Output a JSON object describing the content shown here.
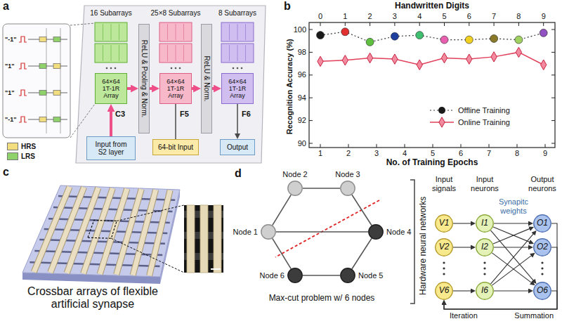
{
  "diagram": {
    "nodes": [
      {
        "text": [
          "Input from S2 layer"
        ]
      },
      {
        "text": [
          "64×64 1T-1R Array"
        ]
      },
      {
        "text": [
          "ReLU & Pooling & Norm."
        ]
      },
      {
        "text": [
          "64×64 1T-1R Array"
        ]
      },
      {
        "text": [
          "ReLU & Norm."
        ]
      },
      {
        "text": [
          "64-bit Input"
        ]
      },
      {
        "text": [
          "64×64 1T-1R Array"
        ]
      },
      {
        "text": [
          "Output"
        ]
      },
      {
        "text": [
          "Node 1"
        ]
      },
      {
        "text": [
          "Node 2"
        ]
      },
      {
        "text": [
          "Node 3"
        ]
      },
      {
        "text": [
          "Node 4"
        ]
      },
      {
        "text": [
          "Node 5"
        ]
      },
      {
        "text": [
          "Node 6"
        ]
      },
      {
        "text": [
          "V1"
        ]
      },
      {
        "text": [
          "V2"
        ]
      },
      {
        "text": [
          "V6"
        ]
      },
      {
        "text": [
          "I1"
        ]
      },
      {
        "text": [
          "I2"
        ]
      },
      {
        "text": [
          "I6"
        ]
      },
      {
        "text": [
          "O1"
        ]
      },
      {
        "text": [
          "O2"
        ]
      },
      {
        "text": [
          "O6"
        ]
      }
    ],
    "edges": [
      {
        "from": 0,
        "to": 1,
        "arrow": "to"
      },
      {
        "from": 1,
        "to": 2,
        "arrow": "to"
      },
      {
        "from": 2,
        "to": 3,
        "arrow": "to"
      },
      {
        "from": 3,
        "to": 4,
        "arrow": "to"
      },
      {
        "from": 4,
        "to": 6,
        "arrow": "to"
      },
      {
        "from": 5,
        "to": 3,
        "arrow": "none"
      },
      {
        "from": 6,
        "to": 7,
        "arrow": "to"
      },
      {
        "from": 8,
        "to": 9,
        "arrow": "none"
      },
      {
        "from": 9,
        "to": 10,
        "arrow": "none"
      },
      {
        "from": 10,
        "to": 11,
        "arrow": "none"
      },
      {
        "from": 11,
        "to": 12,
        "arrow": "none"
      },
      {
        "from": 12,
        "to": 13,
        "arrow": "none"
      },
      {
        "from": 13,
        "to": 8,
        "arrow": "none"
      },
      {
        "from": 8,
        "to": 11,
        "arrow": "none"
      },
      {
        "from": 14,
        "to": 17,
        "arrow": "to"
      },
      {
        "from": 15,
        "to": 18,
        "arrow": "to"
      },
      {
        "from": 16,
        "to": 19,
        "arrow": "to"
      },
      {
        "from": 17,
        "to": 20,
        "arrow": "to"
      },
      {
        "from": 17,
        "to": 21,
        "arrow": "to"
      },
      {
        "from": 17,
        "to": 22,
        "arrow": "to"
      },
      {
        "from": 18,
        "to": 20,
        "arrow": "to"
      },
      {
        "from": 18,
        "to": 21,
        "arrow": "to"
      },
      {
        "from": 18,
        "to": 22,
        "arrow": "to"
      },
      {
        "from": 19,
        "to": 20,
        "arrow": "to"
      },
      {
        "from": 19,
        "to": 21,
        "arrow": "to"
      },
      {
        "from": 19,
        "to": 22,
        "arrow": "to"
      },
      {
        "from": 20,
        "to": 16,
        "arrow": "to"
      },
      {
        "from": 21,
        "to": 16,
        "arrow": "to"
      },
      {
        "from": 22,
        "to": 16,
        "arrow": "to"
      }
    ],
    "labels": [
      "a",
      "16 Subarrays",
      "25×8 Subarrays",
      "8 Subarrays",
      "C3",
      "F5",
      "F6",
      "\"-1\"",
      "\"1\"",
      "\"1\"",
      "\"-1\"",
      "b",
      "Handwritten Digits",
      "0",
      "1",
      "2",
      "3",
      "4",
      "5",
      "6",
      "7",
      "8",
      "9",
      "100",
      "98",
      "96",
      "94",
      "92",
      "90",
      "Recognition Accuracy (%)",
      "1",
      "2",
      "3",
      "4",
      "5",
      "6",
      "7",
      "8",
      "9",
      "No. of Training Epochs",
      "c",
      "Crossbar arrays of flexible artificial synapse",
      "d",
      "Max-cut problem w/ 6 nodes",
      "Hardware neural networks",
      "Input signals",
      "Input neurons",
      "Synapitc weights",
      "Output neurons",
      "Iteration",
      "Summation"
    ],
    "legend": [
      {
        "text": "HRS",
        "color": "#f2de7e"
      },
      {
        "text": "LRS",
        "color": "#8fd16a"
      },
      {
        "text": "Offline Training"
      },
      {
        "text": "Online Training"
      }
    ]
  }
}
